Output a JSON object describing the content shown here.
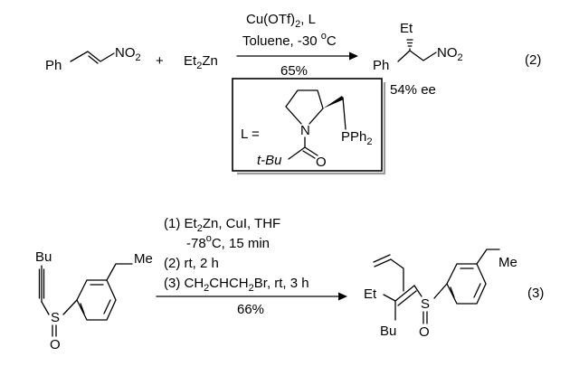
{
  "equation_2": {
    "number": "(2)",
    "reactant_1": {
      "ph": "Ph",
      "no": "NO",
      "two": "2"
    },
    "plus": "+",
    "reactant_2": {
      "et": "Et",
      "two": "2",
      "zn": "Zn"
    },
    "conditions_above": {
      "cu": "Cu(OTf)",
      "sub": "2",
      "rest": ", L"
    },
    "solvent": {
      "text": "Toluene, -30 ",
      "deg": "o",
      "unit": "C"
    },
    "yield": "65%",
    "product": {
      "et": "Et",
      "ph": "Ph",
      "no": "NO",
      "two": "2"
    },
    "ee": "54% ee",
    "ligand": {
      "label": "L =",
      "n": "N",
      "o": "O",
      "tbu": "t-Bu",
      "pph": "PPh",
      "two": "2"
    }
  },
  "equation_3": {
    "number": "(3)",
    "reactant": {
      "bu": "Bu",
      "me": "Me",
      "s": "S",
      "o": "O"
    },
    "step_1": {
      "text": "(1) Et",
      "sub": "2",
      "rest": "Zn, CuI, THF"
    },
    "step_1_b": {
      "text": "-78",
      "deg": "o",
      "rest": "C, 15 min"
    },
    "step_2": "(2) rt, 2 h",
    "step_3": {
      "a": "(3) CH",
      "s1": "2",
      "b": "CHCH",
      "s2": "2",
      "c": "Br, rt, 3 h"
    },
    "yield": "66%",
    "product": {
      "et": "Et",
      "bu": "Bu",
      "me": "Me",
      "s": "S",
      "o": "O"
    }
  }
}
